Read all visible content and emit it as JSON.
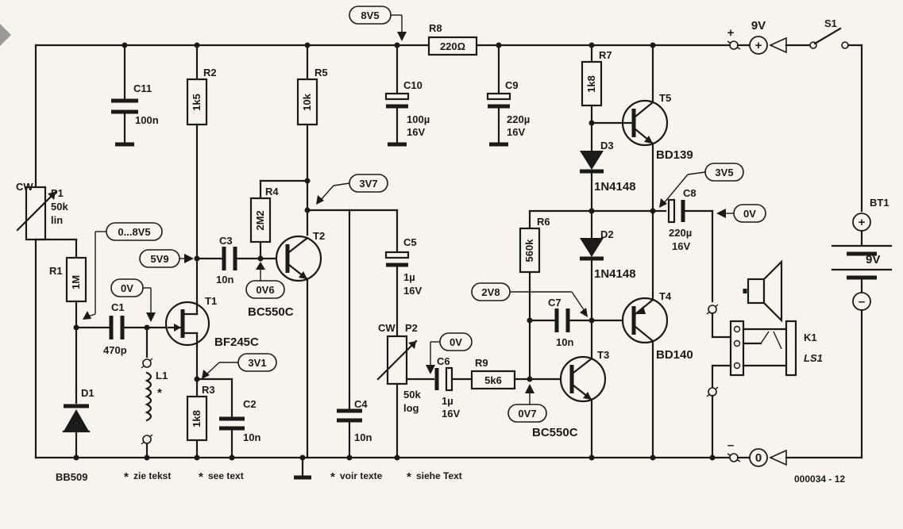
{
  "components": {
    "C11": {
      "ref": "C11",
      "value": "100n"
    },
    "R2": {
      "ref": "R2",
      "value": "1k5"
    },
    "R5": {
      "ref": "R5",
      "value": "10k"
    },
    "R8": {
      "ref": "R8",
      "value": "220Ω"
    },
    "C10": {
      "ref": "C10",
      "value": "100µ",
      "voltage": "16V"
    },
    "C9": {
      "ref": "C9",
      "value": "220µ",
      "voltage": "16V"
    },
    "R7": {
      "ref": "R7",
      "value": "1k8"
    },
    "T5": {
      "ref": "T5",
      "value": "BD139"
    },
    "D3": {
      "ref": "D3",
      "value": "1N4148"
    },
    "S1": {
      "ref": "S1"
    },
    "P1": {
      "ref": "P1",
      "value": "50k",
      "taper": "lin",
      "dir": "CW"
    },
    "R1": {
      "ref": "R1",
      "value": "1M"
    },
    "C1": {
      "ref": "C1",
      "value": "470p"
    },
    "D1": {
      "ref": "D1",
      "value": "BB509"
    },
    "L1": {
      "ref": "L1"
    },
    "T1": {
      "ref": "T1",
      "value": "BF245C"
    },
    "R3": {
      "ref": "R3",
      "value": "1k8"
    },
    "C2": {
      "ref": "C2",
      "value": "10n"
    },
    "C3": {
      "ref": "C3",
      "value": "10n"
    },
    "R4": {
      "ref": "R4",
      "value": "2M2"
    },
    "T2": {
      "ref": "T2",
      "value": "BC550C"
    },
    "C4": {
      "ref": "C4",
      "value": "10n"
    },
    "C5": {
      "ref": "C5",
      "value": "1µ",
      "voltage": "16V"
    },
    "P2": {
      "ref": "P2",
      "value": "50k",
      "taper": "log",
      "dir": "CW"
    },
    "C6": {
      "ref": "C6",
      "value": "1µ",
      "voltage": "16V"
    },
    "R9": {
      "ref": "R9",
      "value": "5k6"
    },
    "T3": {
      "ref": "T3",
      "value": "BC550C"
    },
    "R6": {
      "ref": "R6",
      "value": "560k"
    },
    "C7": {
      "ref": "C7",
      "value": "10n"
    },
    "D2": {
      "ref": "D2",
      "value": "1N4148"
    },
    "T4": {
      "ref": "T4",
      "value": "BD140"
    },
    "C8": {
      "ref": "C8",
      "value": "220µ",
      "voltage": "16V"
    },
    "BT1": {
      "ref": "BT1",
      "value": "9V"
    },
    "K1": {
      "ref": "K1"
    },
    "LS1": {
      "ref": "LS1"
    }
  },
  "voltages": {
    "v8v5": "8V5",
    "v0_8v5": "0...8V5",
    "v5v9": "5V9",
    "v0v_t1": "0V",
    "v0v6": "0V6",
    "v3v7": "3V7",
    "v3v1": "3V1",
    "v0v_p2": "0V",
    "v0v7": "0V7",
    "v2v8": "2V8",
    "v3v5": "3V5",
    "v0v_c8": "0V"
  },
  "terminals": {
    "plus_sign": "+",
    "plus_circle": "+",
    "supply": "9V",
    "minus_sign": "–",
    "zero": "0",
    "bt_plus": "+",
    "bt_minus": "–"
  },
  "notes": {
    "star": "*",
    "nl": "zie tekst",
    "en": "see text",
    "fr": "voir texte",
    "de": "siehe Text"
  },
  "figure_code": "000034 - 12"
}
